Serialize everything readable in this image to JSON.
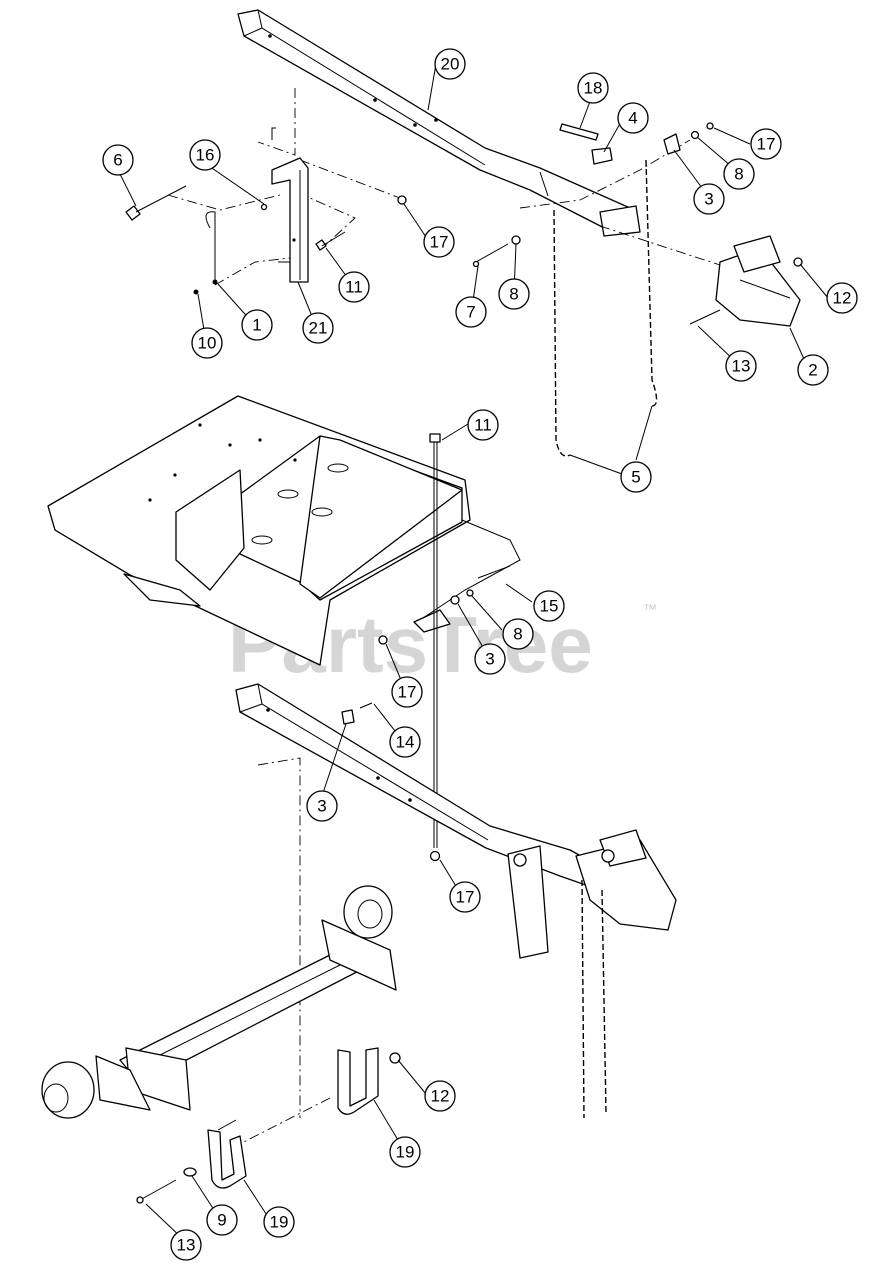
{
  "watermark": {
    "text": "PartsTree",
    "trademark": "™"
  },
  "callouts": [
    {
      "id": "c20a",
      "label": "20"
    },
    {
      "id": "c18",
      "label": "18"
    },
    {
      "id": "c4",
      "label": "4"
    },
    {
      "id": "c17a",
      "label": "17"
    },
    {
      "id": "c6",
      "label": "6"
    },
    {
      "id": "c16",
      "label": "16"
    },
    {
      "id": "c8a",
      "label": "8"
    },
    {
      "id": "c3a",
      "label": "3"
    },
    {
      "id": "c17b",
      "label": "17"
    },
    {
      "id": "c11a",
      "label": "11"
    },
    {
      "id": "c12a",
      "label": "12"
    },
    {
      "id": "c7",
      "label": "7"
    },
    {
      "id": "c8b",
      "label": "8"
    },
    {
      "id": "c1",
      "label": "1"
    },
    {
      "id": "c21",
      "label": "21"
    },
    {
      "id": "c10",
      "label": "10"
    },
    {
      "id": "c13a",
      "label": "13"
    },
    {
      "id": "c2",
      "label": "2"
    },
    {
      "id": "c11b",
      "label": "11"
    },
    {
      "id": "c5",
      "label": "5"
    },
    {
      "id": "c15",
      "label": "15"
    },
    {
      "id": "c8c",
      "label": "8"
    },
    {
      "id": "c3b",
      "label": "3"
    },
    {
      "id": "c17c",
      "label": "17"
    },
    {
      "id": "c14",
      "label": "14"
    },
    {
      "id": "c3c",
      "label": "3"
    },
    {
      "id": "c17d",
      "label": "17"
    },
    {
      "id": "c12b",
      "label": "12"
    },
    {
      "id": "c19a",
      "label": "19"
    },
    {
      "id": "c9",
      "label": "9"
    },
    {
      "id": "c19b",
      "label": "19"
    },
    {
      "id": "c13b",
      "label": "13"
    }
  ]
}
